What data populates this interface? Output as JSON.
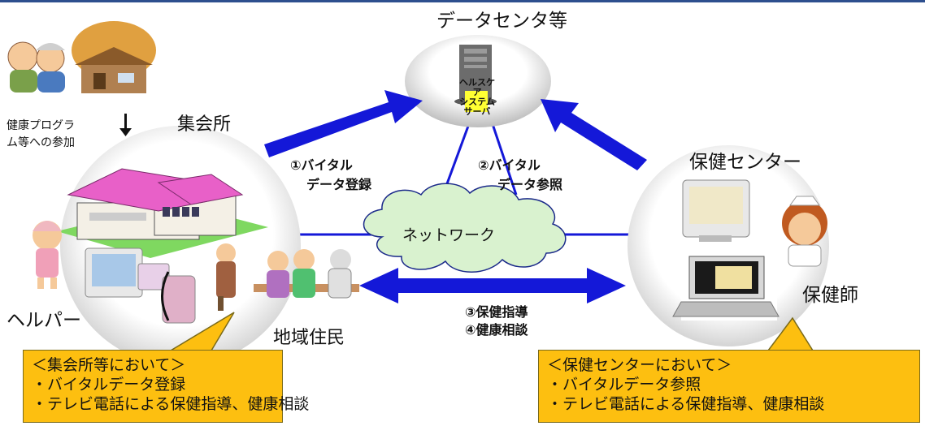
{
  "datacenter": {
    "title": "データセンタ等",
    "server_label": [
      "ヘルスケア",
      "システム",
      "サーバ"
    ]
  },
  "community_hall": {
    "title": "集会所",
    "program_note": [
      "健康プログラ",
      "ム等への参加"
    ]
  },
  "health_center": {
    "title": "保健センター",
    "nurse_label": "保健師"
  },
  "helper_label": "ヘルパー",
  "residents_label": "地域住民",
  "network_label": "ネットワーク",
  "flows": {
    "upload": [
      "①バイタル",
      "データ登録"
    ],
    "reference": [
      "②バイタル",
      "データ参照"
    ],
    "guidance": "③保健指導",
    "consultation": "④健康相談"
  },
  "callout_left": {
    "heading": "＜集会所等において＞",
    "items": [
      "・バイタルデータ登録",
      "・テレビ電話による保健指導、健康相談"
    ]
  },
  "callout_right": {
    "heading": "＜保健センターにおいて＞",
    "items": [
      "・バイタルデータ参照",
      "・テレビ電話による保健指導、健康相談"
    ]
  },
  "colors": {
    "arrow": "#1418d8",
    "callout": "#fdbf10",
    "cloud": "#d9f2cf",
    "roof": "#e860c8",
    "server_label_bg": "#ffff33"
  }
}
